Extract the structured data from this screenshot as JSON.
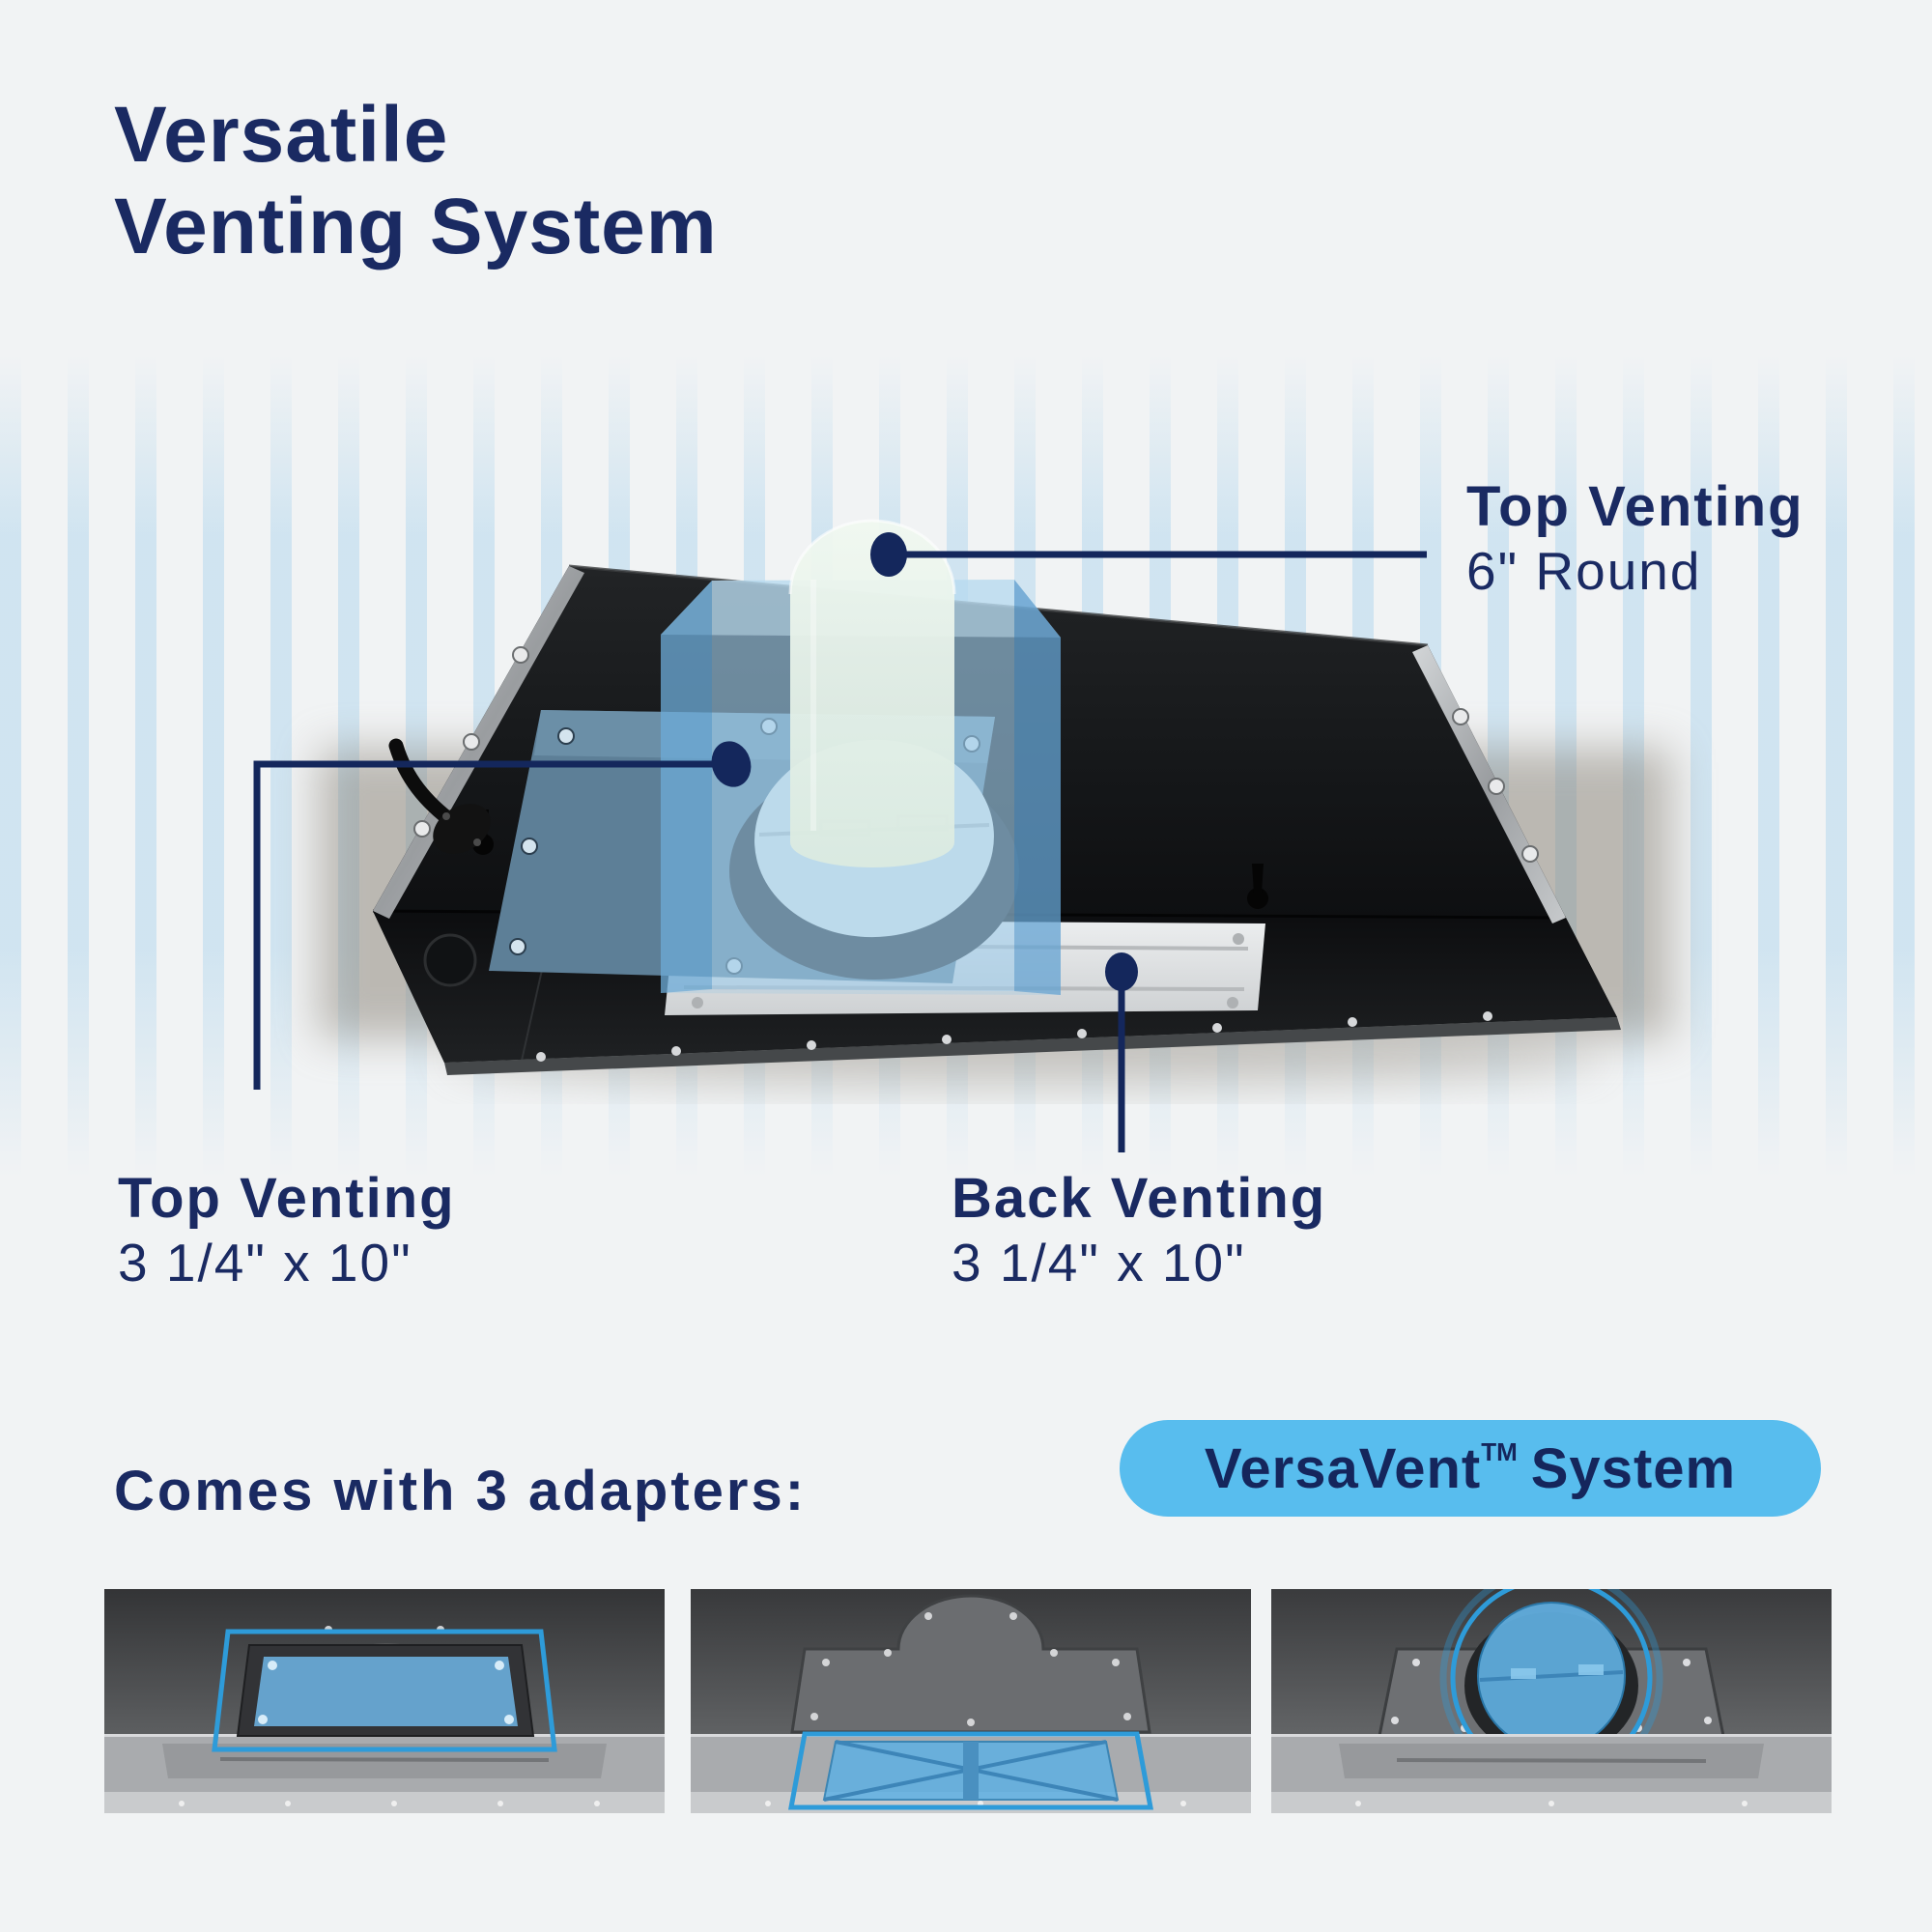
{
  "title": {
    "line1": "Versatile",
    "line2": "Venting System"
  },
  "callouts": {
    "top_round": {
      "title": "Top Venting",
      "subtitle": "6\" Round"
    },
    "top_rect": {
      "title": "Top Venting",
      "subtitle": "3 1/4\" x 10\""
    },
    "back": {
      "title": "Back Venting",
      "subtitle": "3 1/4\" x 10\""
    }
  },
  "bottom": {
    "adapters_label": "Comes with 3 adapters:",
    "badge": {
      "full": "VersaVent™ System",
      "brand": "VersaVent",
      "trademark": "TM",
      "suffix": "System"
    }
  },
  "adapters": [
    {
      "type": "top-vent-rectangular-3-1-4-x-10-adapter"
    },
    {
      "type": "back-vent-damper-3-1-4-x-10-adapter"
    },
    {
      "type": "top-vent-6-inch-round-adapter"
    }
  ],
  "colors": {
    "navy_text": "#1a2a62",
    "callout_line": "#14275c",
    "badge_blue": "#58bdee",
    "highlight_outline_blue": "#2e9bd9",
    "highlight_fill_blue": "#6fb6e6",
    "background": "#f1f3f4",
    "stripe_blue": "#b5d8ee"
  }
}
